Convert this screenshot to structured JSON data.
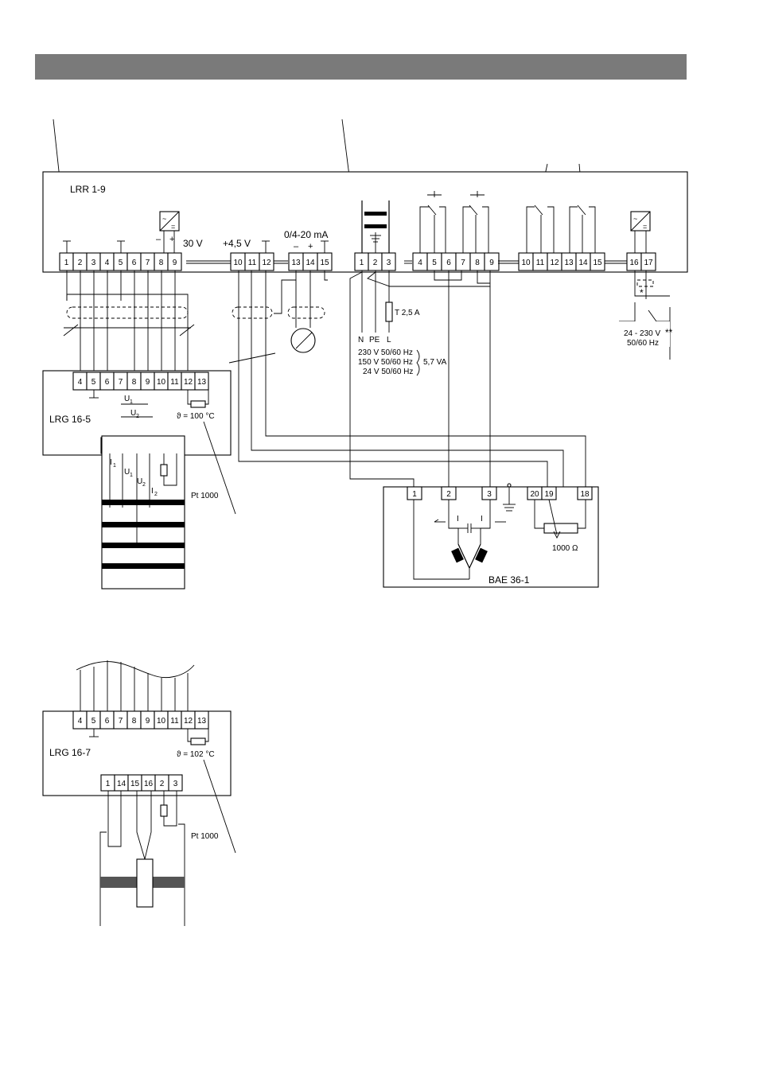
{
  "devices": {
    "lrr": "LRR 1-9",
    "lrg165": "LRG 16-5",
    "lrg167": "LRG 16-7",
    "bae": "BAE 36-1"
  },
  "lrr_terminals_left": [
    "1",
    "2",
    "3",
    "4",
    "5",
    "6",
    "7",
    "8",
    "9"
  ],
  "lrr_terminals_mid": [
    "10",
    "11",
    "12",
    "13",
    "14",
    "15"
  ],
  "lrr_terminals_mains": [
    "1",
    "2",
    "3",
    "4",
    "5",
    "6",
    "7",
    "8",
    "9",
    "10",
    "11",
    "12",
    "13",
    "14",
    "15",
    "16",
    "17"
  ],
  "lrg_top_terminals": [
    "4",
    "5",
    "6",
    "7",
    "8",
    "9",
    "10",
    "11",
    "12",
    "13"
  ],
  "lrg_bottom_terminals": [
    "1",
    "14",
    "15",
    "16",
    "2",
    "3"
  ],
  "bae_terminals": [
    "1",
    "2",
    "3",
    "20",
    "19",
    "18"
  ],
  "labels": {
    "v30": "30 V",
    "v45": "+4,5 V",
    "ma": "0/4-20 mA",
    "minus": "–",
    "plus": "+",
    "fuse": "T 2,5 A",
    "n": "N",
    "pe": "PE",
    "l": "L",
    "supply1": "230 V 50/60 Hz",
    "supply2": "150 V 50/60 Hz",
    "supply3": "24 V 50/60 Hz",
    "va": "5,7 VA",
    "aux1": "24 - 230 V",
    "aux2": "50/60 Hz",
    "star": "*",
    "dstar": "**",
    "temp165": "ϑ = 100 °C",
    "temp167": "ϑ = 102 °C",
    "pt": "Pt 1000",
    "ohm": "1000 Ω",
    "i1": "I",
    "i1s": "1",
    "u1": "U",
    "u1s": "1",
    "u2": "U",
    "u2s": "2",
    "i2": "I",
    "i2s": "2",
    "bae_i1": "I",
    "bae_i2": "I"
  }
}
